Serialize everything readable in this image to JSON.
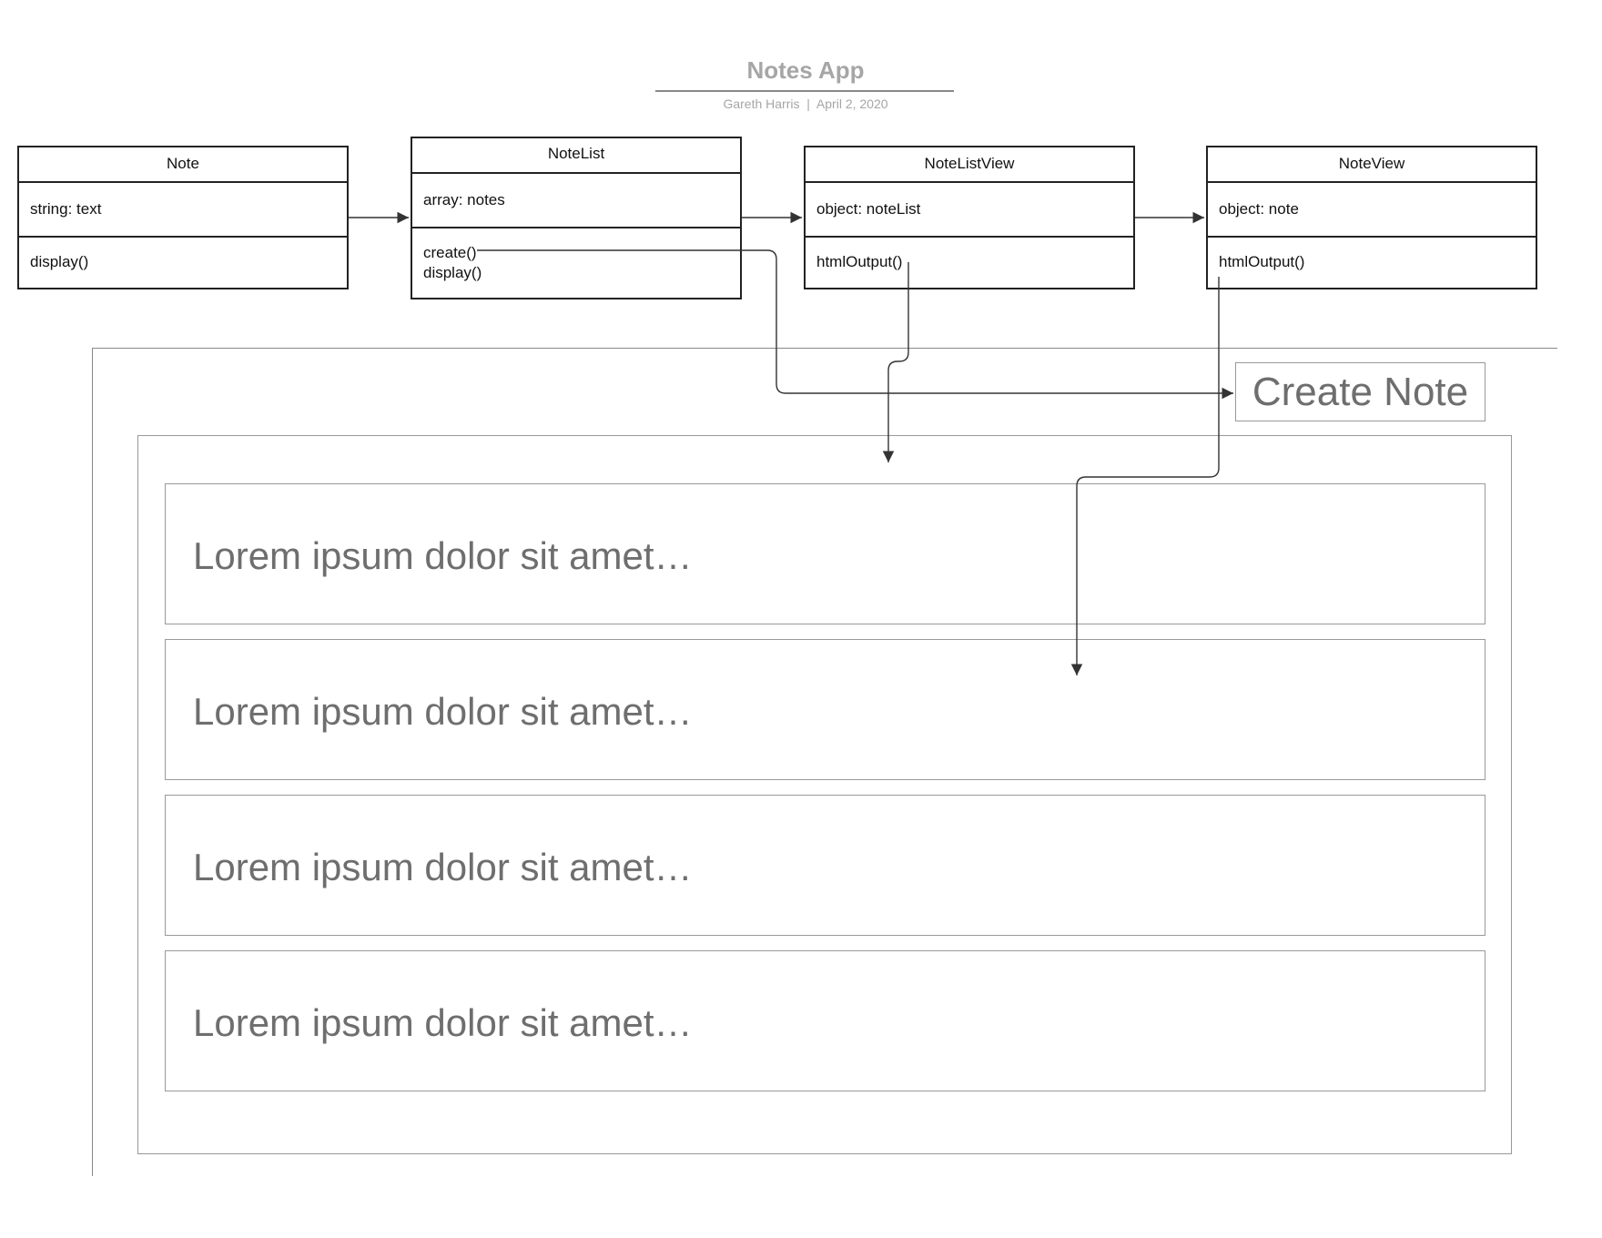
{
  "diagram": {
    "title": "Notes App",
    "author": "Gareth Harris",
    "separator": "|",
    "date": "April 2, 2020"
  },
  "classes": [
    {
      "name": "Note",
      "attributes": [
        "string: text"
      ],
      "methods": [
        "display()"
      ]
    },
    {
      "name": "NoteList",
      "attributes": [
        "array: notes"
      ],
      "methods": [
        "create()",
        "display()"
      ]
    },
    {
      "name": "NoteListView",
      "attributes": [
        "object: noteList"
      ],
      "methods": [
        "htmlOutput()"
      ]
    },
    {
      "name": "NoteView",
      "attributes": [
        "object: note"
      ],
      "methods": [
        "htmlOutput()"
      ]
    }
  ],
  "wireframe": {
    "create_button": "Create Note",
    "notes": [
      "Lorem ipsum dolor sit amet…",
      "Lorem ipsum dolor sit amet…",
      "Lorem ipsum dolor sit amet…",
      "Lorem ipsum dolor sit amet…"
    ]
  },
  "colors": {
    "uml_border": "#222222",
    "wireframe_border": "#999999",
    "wireframe_text": "#6e6e6e",
    "title_text": "#a6a6a6"
  }
}
